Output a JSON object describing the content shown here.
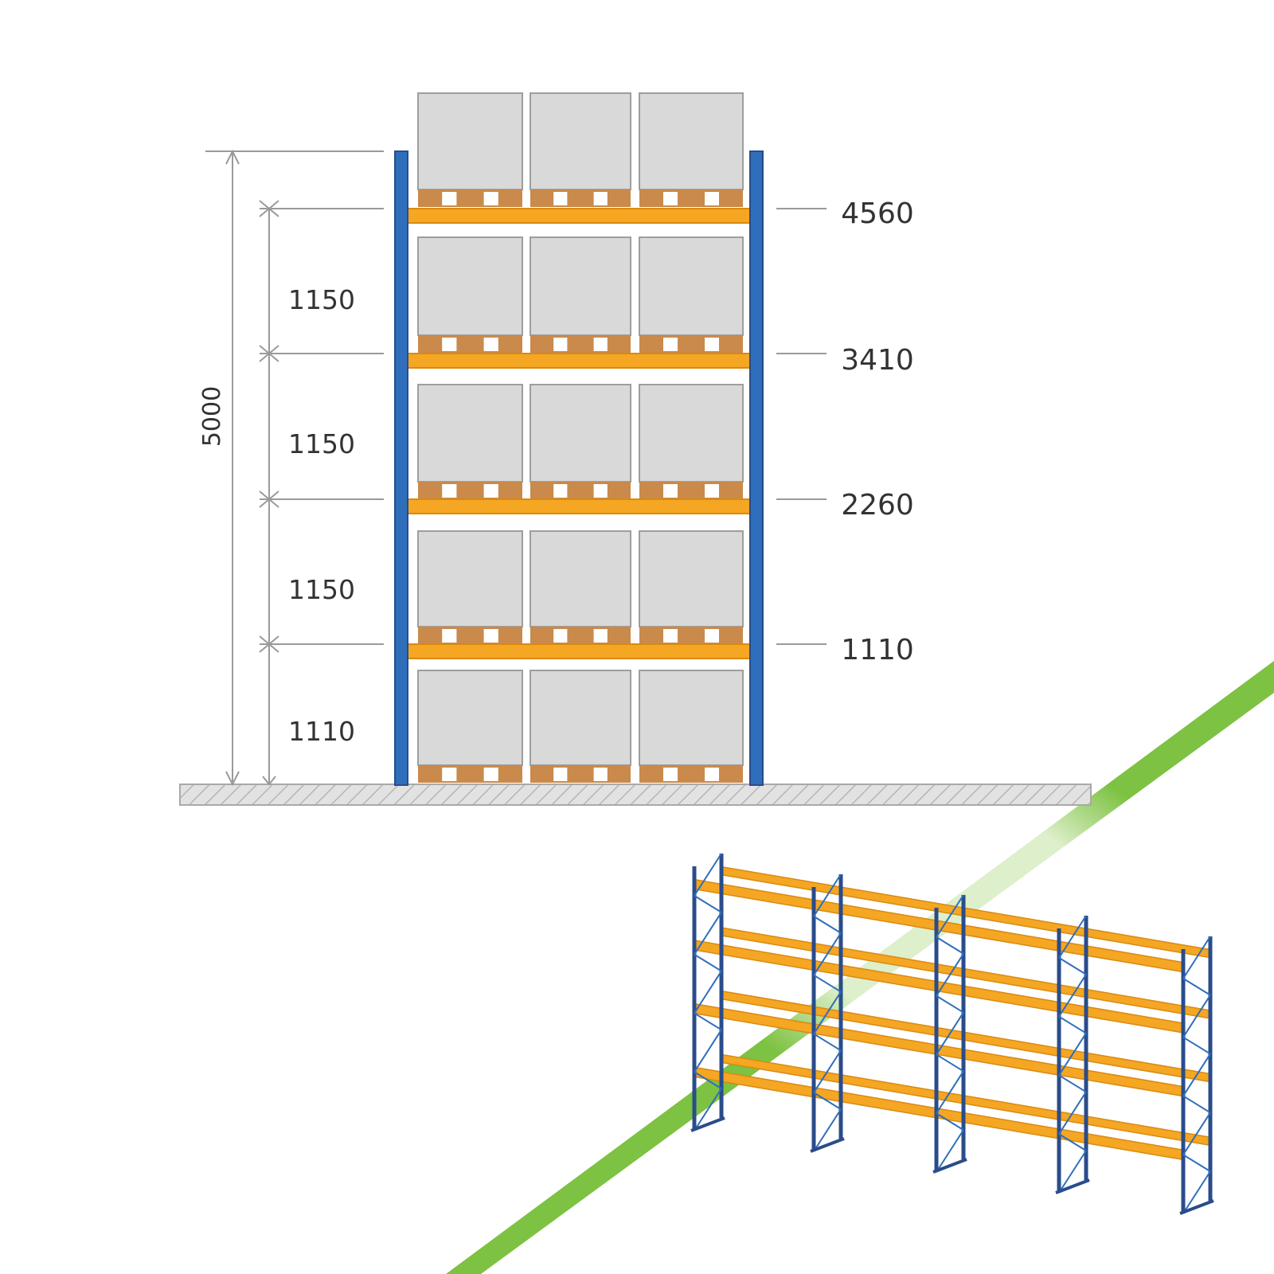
{
  "drawing": {
    "total_height_label": "5000",
    "spacing_labels": [
      "1150",
      "1150",
      "1150",
      "1110"
    ],
    "level_labels": [
      "4560",
      "3410",
      "2260",
      "1110"
    ],
    "levels": 5,
    "bays": 3
  },
  "illustration": {
    "description_icon": "pallet-rack-3d-icon",
    "bays": 4,
    "beam_levels": 4
  },
  "colors": {
    "upright": "#2F6EBA",
    "upright_dark": "#2A4C8A",
    "beam": "#F5A623",
    "beam_dark": "#D98A10",
    "box": "#D9D9D9",
    "box_edge": "#9E9E9E",
    "pallet": "#C98A4B",
    "floor": "#DADADA",
    "accent_stripe": "#7DC242",
    "dim_line": "#9A9A9A"
  }
}
